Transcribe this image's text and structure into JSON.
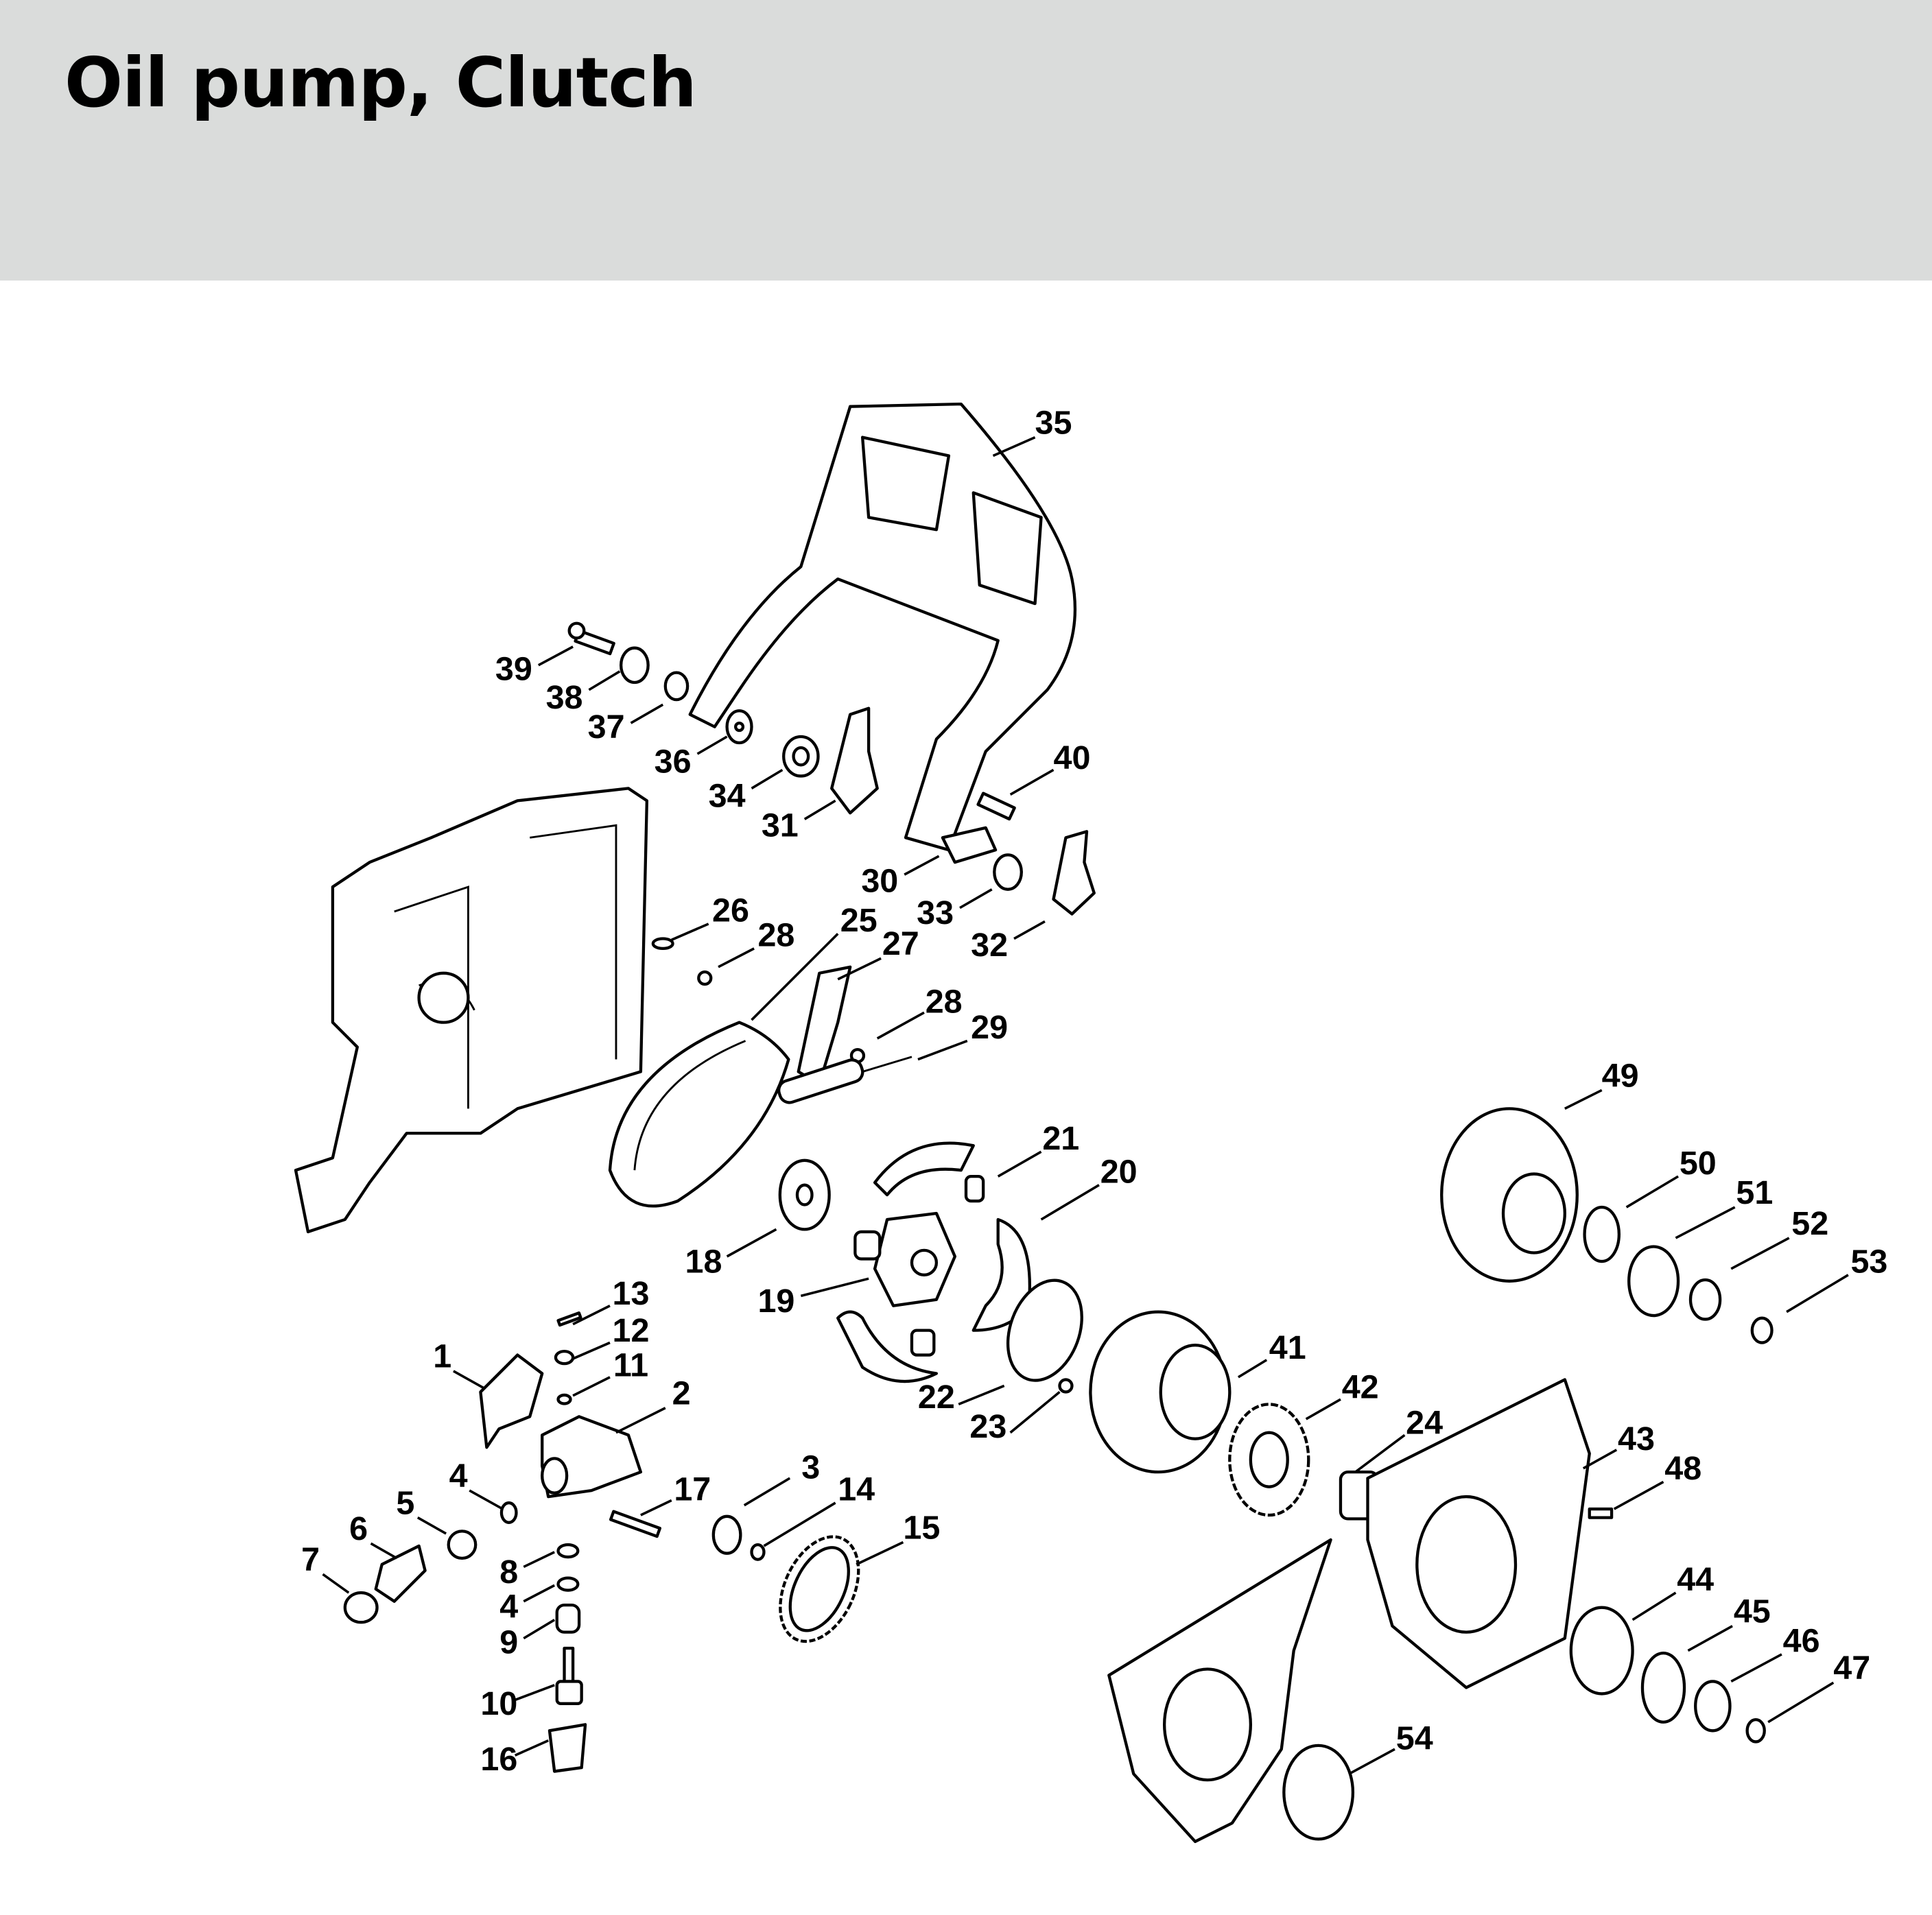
{
  "header": {
    "title": "Oil pump, Clutch",
    "background": "#dadcdb"
  },
  "callouts": [
    "35",
    "39",
    "38",
    "37",
    "36",
    "34",
    "31",
    "40",
    "30",
    "33",
    "32",
    "26",
    "28",
    "25",
    "27",
    "28",
    "29",
    "21",
    "20",
    "18",
    "19",
    "49",
    "50",
    "51",
    "52",
    "53",
    "13",
    "12",
    "11",
    "1",
    "2",
    "41",
    "42",
    "24",
    "22",
    "23",
    "4",
    "5",
    "17",
    "3",
    "14",
    "15",
    "43",
    "48",
    "6",
    "7",
    "8",
    "4",
    "9",
    "10",
    "16",
    "44",
    "45",
    "46",
    "47",
    "54"
  ]
}
